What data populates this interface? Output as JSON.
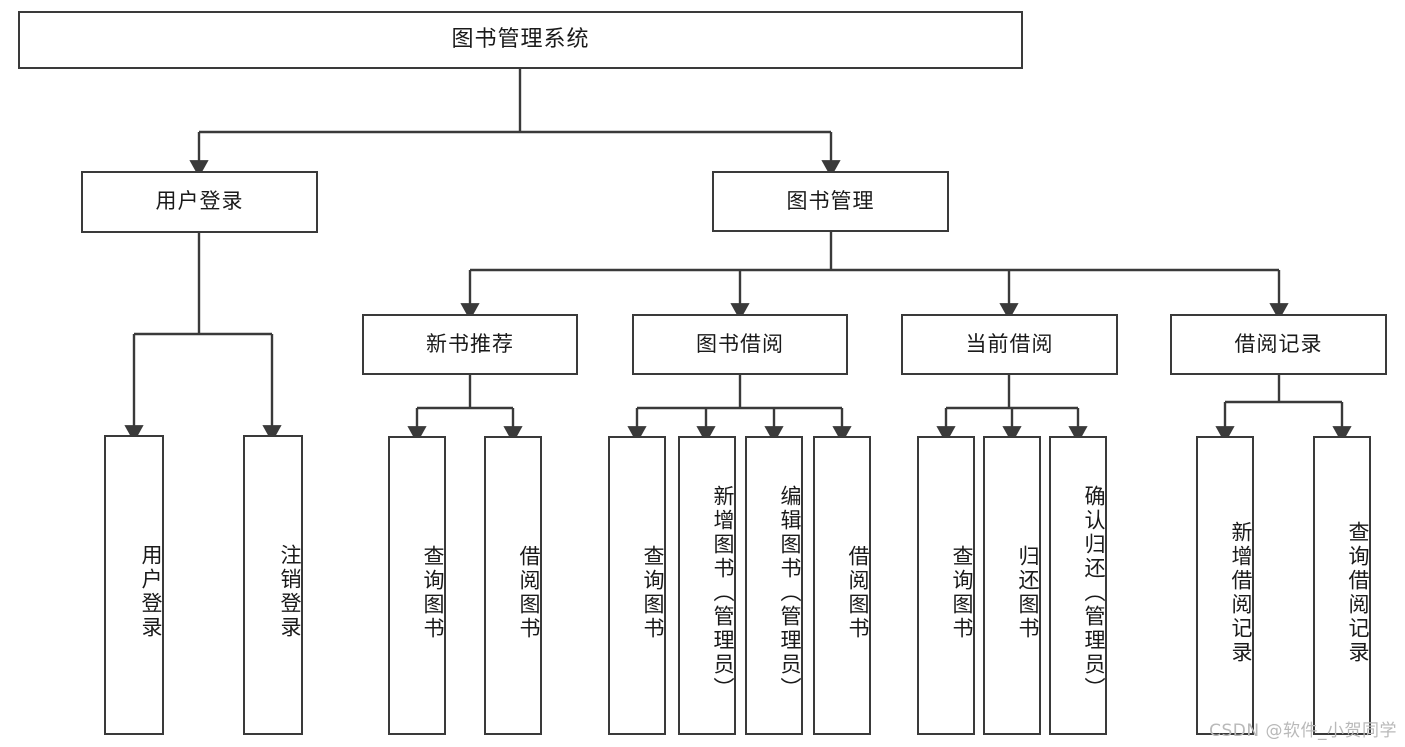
{
  "diagram": {
    "title": "图书管理系统",
    "type": "tree",
    "orientation": "top-down",
    "colors": {
      "background": "#ffffff",
      "line": "#3a3a3a",
      "node_border": "#3a3a3a",
      "node_fill": "#ffffff",
      "text": "#1a1a1a",
      "watermark": "#b9b9b9"
    }
  },
  "watermark": {
    "text": "CSDN @软件_小贺同学"
  },
  "nodes": {
    "root": {
      "label": "图书管理系统",
      "level": 1
    },
    "level2": [
      {
        "id": "user-login",
        "label": "用户登录"
      },
      {
        "id": "book-manage",
        "label": "图书管理"
      }
    ],
    "level3": [
      {
        "id": "new-book-recommend",
        "label": "新书推荐",
        "parent": "book-manage"
      },
      {
        "id": "book-borrow",
        "label": "图书借阅",
        "parent": "book-manage"
      },
      {
        "id": "current-borrow",
        "label": "当前借阅",
        "parent": "book-manage"
      },
      {
        "id": "borrow-record",
        "label": "借阅记录",
        "parent": "book-manage"
      }
    ],
    "leaves": [
      {
        "id": "leaf-user-login",
        "label": "用户登录",
        "parent": "user-login"
      },
      {
        "id": "leaf-logout",
        "label": "注销登录",
        "parent": "user-login"
      },
      {
        "id": "leaf-query-book-1",
        "label": "查询图书",
        "parent": "new-book-recommend"
      },
      {
        "id": "leaf-borrow-book-1",
        "label": "借阅图书",
        "parent": "new-book-recommend"
      },
      {
        "id": "leaf-query-book-2",
        "label": "查询图书",
        "parent": "book-borrow"
      },
      {
        "id": "leaf-add-book",
        "label": "新增图书（管理员）",
        "parent": "book-borrow"
      },
      {
        "id": "leaf-edit-book",
        "label": "编辑图书（管理员）",
        "parent": "book-borrow"
      },
      {
        "id": "leaf-borrow-book-2",
        "label": "借阅图书",
        "parent": "book-borrow"
      },
      {
        "id": "leaf-query-book-3",
        "label": "查询图书",
        "parent": "current-borrow"
      },
      {
        "id": "leaf-return-book",
        "label": "归还图书",
        "parent": "current-borrow"
      },
      {
        "id": "leaf-confirm-return",
        "label": "确认归还（管理员）",
        "parent": "current-borrow"
      },
      {
        "id": "leaf-add-record",
        "label": "新增借阅记录",
        "parent": "borrow-record"
      },
      {
        "id": "leaf-query-record",
        "label": "查询借阅记录",
        "parent": "borrow-record"
      }
    ]
  }
}
